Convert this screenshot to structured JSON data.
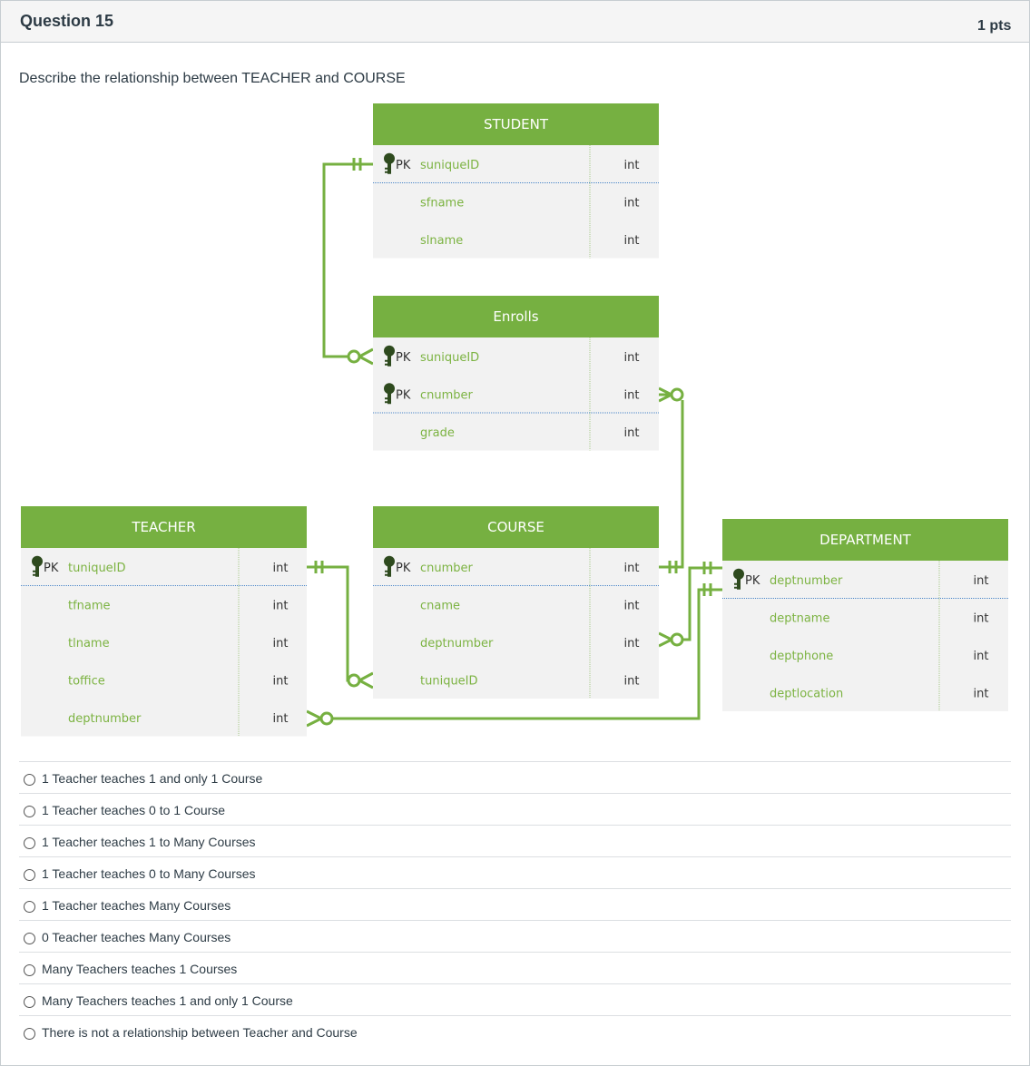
{
  "question": {
    "title": "Question 15",
    "points": "1 pts",
    "text": "Describe the relationship between TEACHER and COURSE"
  },
  "diagram": {
    "pk_label": "PK",
    "entities": {
      "student": {
        "name": "STUDENT",
        "fields": [
          {
            "name": "suniqueID",
            "type": "int"
          },
          {
            "name": "sfname",
            "type": "int"
          },
          {
            "name": "slname",
            "type": "int"
          }
        ]
      },
      "enrolls": {
        "name": "Enrolls",
        "fields": [
          {
            "name": "suniqueID",
            "type": "int"
          },
          {
            "name": "cnumber",
            "type": "int"
          },
          {
            "name": "grade",
            "type": "int"
          }
        ]
      },
      "teacher": {
        "name": "TEACHER",
        "fields": [
          {
            "name": "tuniqueID",
            "type": "int"
          },
          {
            "name": "tfname",
            "type": "int"
          },
          {
            "name": "tlname",
            "type": "int"
          },
          {
            "name": "toffice",
            "type": "int"
          },
          {
            "name": "deptnumber",
            "type": "int"
          }
        ]
      },
      "course": {
        "name": "COURSE",
        "fields": [
          {
            "name": "cnumber",
            "type": "int"
          },
          {
            "name": "cname",
            "type": "int"
          },
          {
            "name": "deptnumber",
            "type": "int"
          },
          {
            "name": "tuniqueID",
            "type": "int"
          }
        ]
      },
      "department": {
        "name": "DEPARTMENT",
        "fields": [
          {
            "name": "deptnumber",
            "type": "int"
          },
          {
            "name": "deptname",
            "type": "int"
          },
          {
            "name": "deptphone",
            "type": "int"
          },
          {
            "name": "deptlocation",
            "type": "int"
          }
        ]
      }
    }
  },
  "answers": [
    "1 Teacher teaches 1 and only 1 Course",
    "1 Teacher teaches 0 to 1 Course",
    "1 Teacher teaches 1 to Many Courses",
    "1 Teacher teaches 0 to Many Courses",
    "1 Teacher teaches Many Courses",
    "0 Teacher teaches Many Courses",
    "Many Teachers teaches 1 Courses",
    "Many Teachers teaches 1 and only 1 Course",
    "There is not a relationship between Teacher and Course"
  ],
  "colors": {
    "accent": "#76b041",
    "field_text": "#7cb342",
    "row_bg": "#f2f2f2"
  }
}
